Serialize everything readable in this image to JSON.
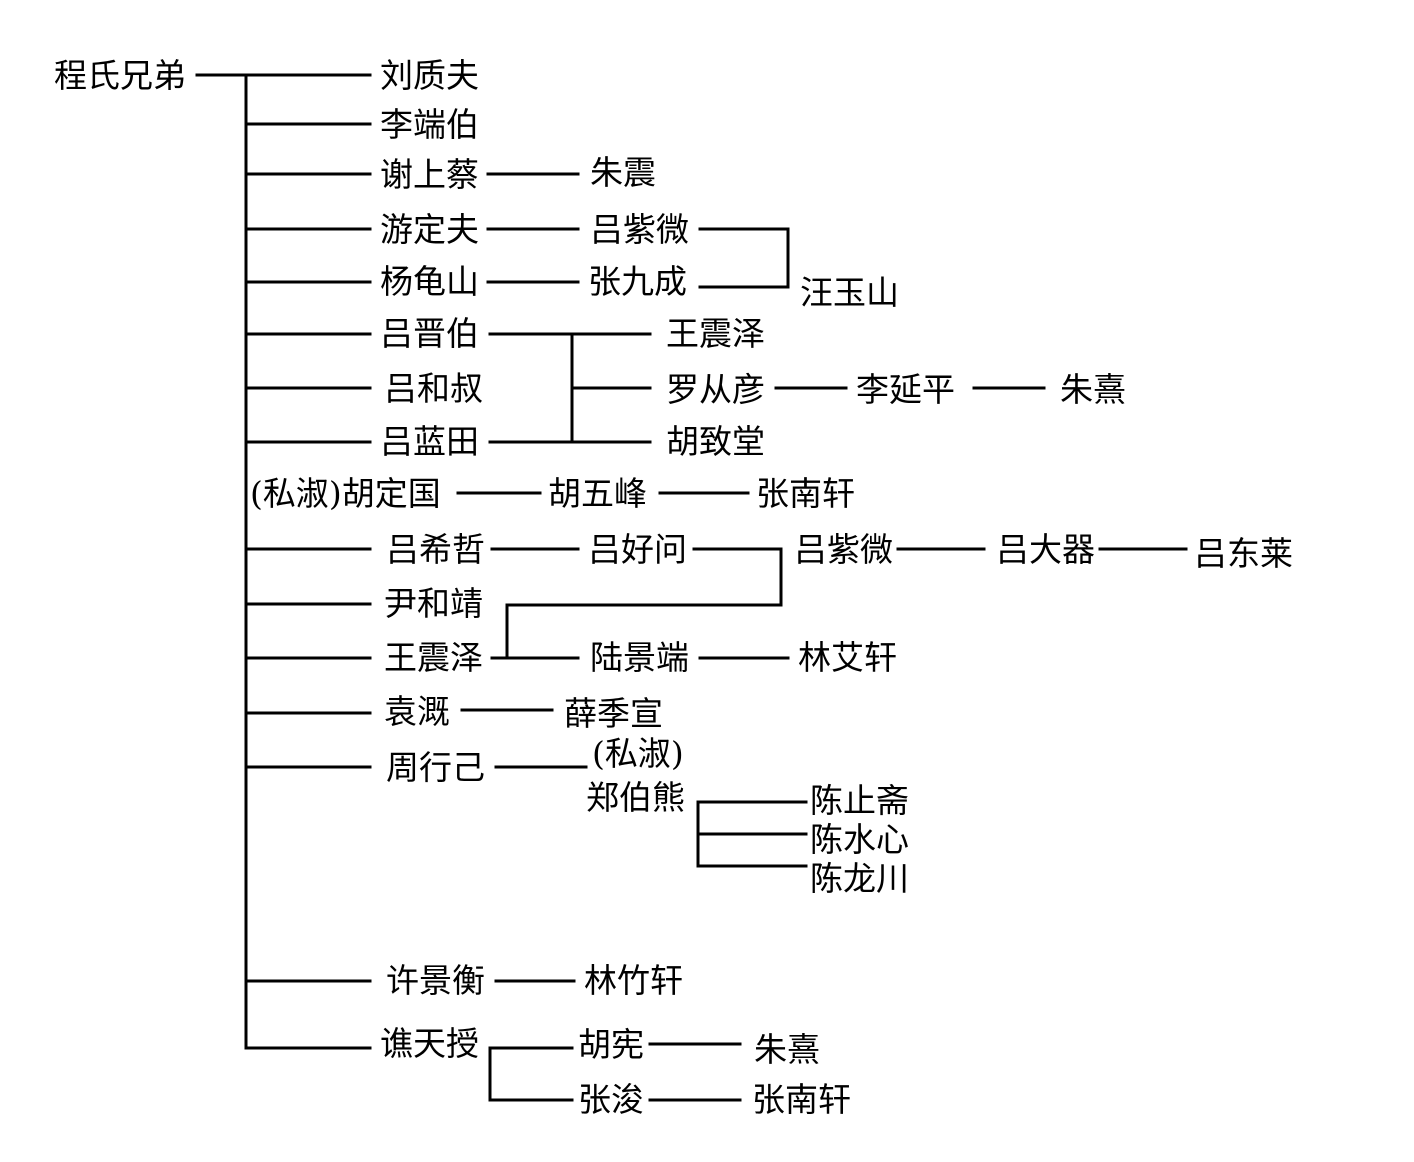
{
  "nodes": {
    "root": "程氏兄弟",
    "n_liu_zhifu": "刘质夫",
    "n_li_duanbo": "李端伯",
    "n_xie_shangcai": "谢上蔡",
    "n_zhu_zhen": "朱震",
    "n_you_dingfu": "游定夫",
    "n_lv_ziwei_1": "吕紫微",
    "n_yang_guishan": "杨龟山",
    "n_zhang_jiucheng": "张九成",
    "n_wang_yushan": "汪玉山",
    "n_lv_jinbo": "吕晋伯",
    "n_wang_zhenze_1": "王震泽",
    "n_lv_heshu": "吕和叔",
    "n_luo_congyan": "罗从彦",
    "n_li_yanping": "李延平",
    "n_zhu_xi_1": "朱熹",
    "n_lv_lantian": "吕蓝田",
    "n_hu_zhitang": "胡致堂",
    "n_hu_dingguo": "(私淑)胡定国",
    "n_hu_wufeng": "胡五峰",
    "n_zhang_nanxuan_1": "张南轩",
    "n_lv_xizhe": "吕希哲",
    "n_lv_haowen": "吕好问",
    "n_lv_ziwei_2": "吕紫微",
    "n_lv_daqi": "吕大器",
    "n_lv_donglai": "吕东莱",
    "n_yin_hejing": "尹和靖",
    "n_wang_zhenze_2": "王震泽",
    "n_lu_jingduan": "陆景端",
    "n_lin_aixuan": "林艾轩",
    "n_yuan_gai": "袁溉",
    "n_xue_jixuan": "薛季宣",
    "n_zhou_xingji": "周行己",
    "n_sishu": "(私淑)",
    "n_zheng_boxiong": "郑伯熊",
    "n_chen_zhizhai": "陈止斋",
    "n_chen_shuixin": "陈水心",
    "n_chen_longchuan": "陈龙川",
    "n_xu_jingheng": "许景衡",
    "n_lin_zhuxuan": "林竹轩",
    "n_qiao_tianshou": "谯天授",
    "n_hu_xian": "胡宪",
    "n_zhu_xi_2": "朱熹",
    "n_zhang_jun": "张浚",
    "n_zhang_nanxuan_2": "张南轩"
  }
}
